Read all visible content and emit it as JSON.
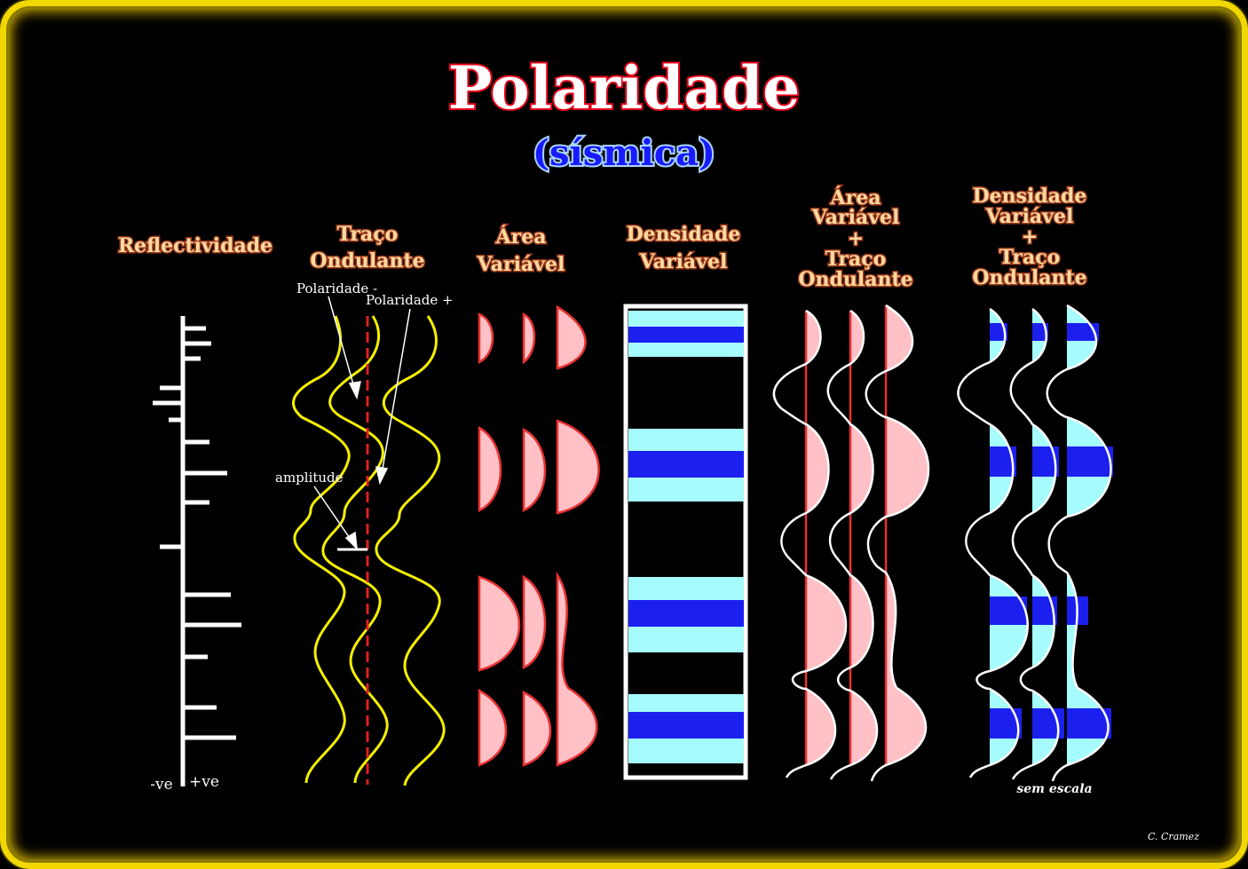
{
  "title": "Polaridade",
  "subtitle": "(sísmica)",
  "columns": {
    "reflectivity": "Reflectividade",
    "wiggle": [
      "Traço",
      "Ondulante"
    ],
    "variable_area": [
      "Área",
      "Variável"
    ],
    "variable_density": [
      "Densidade",
      "Variável"
    ],
    "va_wiggle": [
      "Área",
      "Variável",
      "+",
      "Traço",
      "Ondulante"
    ],
    "vd_wiggle": [
      "Densidade",
      "Variável",
      "+",
      "Traço",
      "Ondulante"
    ]
  },
  "annotations": {
    "polarity_negative": "Polaridade -",
    "polarity_positive": "Polaridade +",
    "amplitude": "amplitude",
    "negative_axis": "-ve",
    "positive_axis": "+ve",
    "no_scale": "sem escala",
    "author": "C. Cramez"
  },
  "colors": {
    "title_fill": "#ffffff",
    "title_outline": "#e8001a",
    "subtitle_fill": "#1a1aff",
    "subtitle_outline": "#9fd0ff",
    "header_fill": "#ffd9a0",
    "header_outline": "#9a3a1a",
    "wiggle_line": "#f5f000",
    "polarity_line": "#e02020",
    "area_fill": "#ffc0c6",
    "area_edge": "#e83030",
    "density_dark": "#1c20ee",
    "density_light": "#a6fcfc",
    "frame": "#f2d800"
  }
}
